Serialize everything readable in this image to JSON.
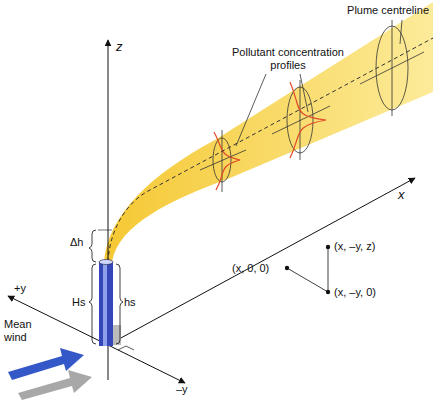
{
  "diagram": {
    "labels": [
      "Plume centreline",
      "Pollutant concentration profiles",
      "z",
      "x",
      "(x, 0, 0)",
      "(x, –y, z)",
      "(x, –y, 0)",
      "Δh",
      "Hs",
      "hs",
      "+y",
      "–y",
      "Mean wind"
    ]
  }
}
